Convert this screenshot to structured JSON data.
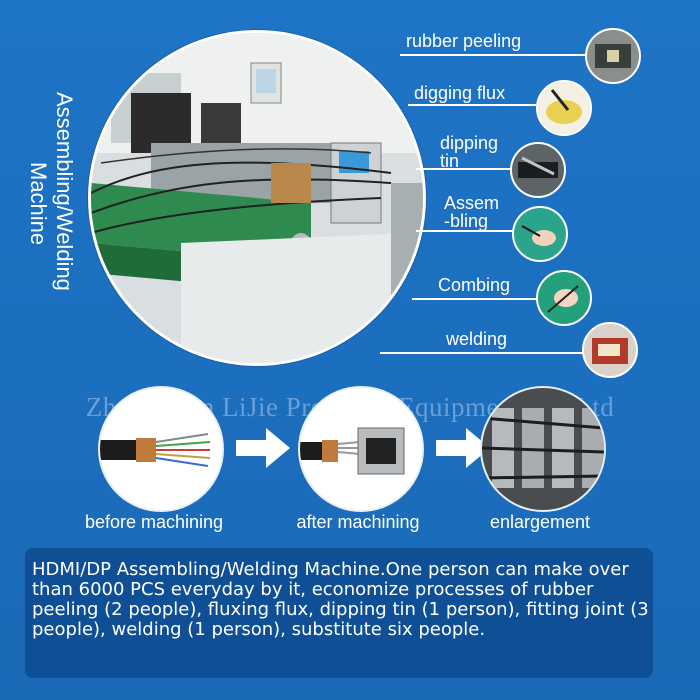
{
  "title_lines": [
    "Assembling/Welding",
    "Machine"
  ],
  "steps": [
    {
      "label": "rubber peeling",
      "icon": "rubber-peeling-photo"
    },
    {
      "label": "digging flux",
      "icon": "flux-dipping-photo"
    },
    {
      "label_lines": [
        "dipping",
        "tin"
      ],
      "icon": "tin-dipping-photo"
    },
    {
      "label_lines": [
        "Assem",
        "-bling"
      ],
      "icon": "assembling-photo"
    },
    {
      "label": "Combing",
      "icon": "combing-photo"
    },
    {
      "label": "welding",
      "icon": "welding-photo"
    }
  ],
  "watermark": "ZhongShan LiJie Precision Equipment Co.,Ltd",
  "process": {
    "before": "before machining",
    "after": "after machining",
    "enlargement": "enlargement"
  },
  "description": "HDMI/DP Assembling/Welding Machine.One person can make over than 6000 PCS everyday by it,  economize processes of rubber peeling  (2 people), fluxing flux, dipping tin (1 person), fitting joint (3 people), welding (1 person), substitute six people.",
  "colors": {
    "background": "#1d6fc0",
    "description_box": "#0f4f96",
    "text": "#ffffff"
  }
}
